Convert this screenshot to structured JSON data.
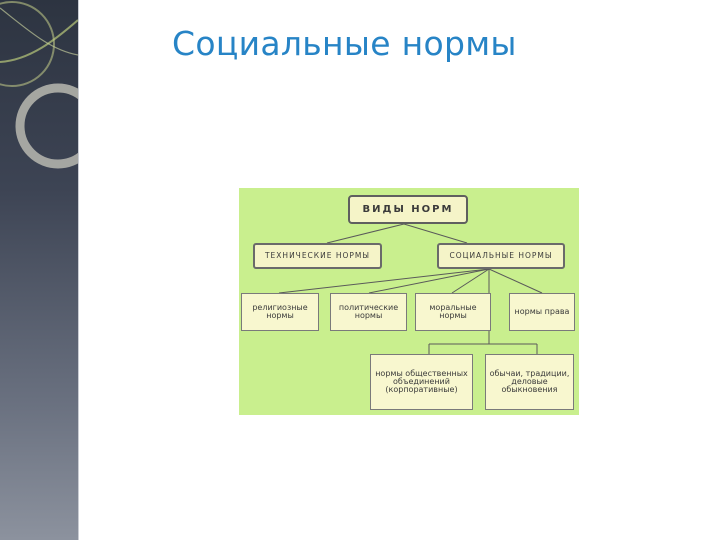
{
  "slide": {
    "title": "Социальные нормы",
    "accent_color": "#2784c6"
  },
  "diagram": {
    "background_color": "#c9ef8e",
    "box_fill": "#f5f4c8",
    "root": "ВИДЫ НОРМ",
    "level1": {
      "technical": "ТЕХНИЧЕСКИЕ НОРМЫ",
      "social": "СОЦИАЛЬНЫЕ НОРМЫ"
    },
    "level2": {
      "religious": "религиозные нормы",
      "political": "политические нормы",
      "moral": "моральные нормы",
      "law": "нормы права"
    },
    "level3": {
      "corporate": "нормы общественных объединений (корпоративные)",
      "customs": "обычаи, традиции, деловые обыкновения"
    }
  }
}
